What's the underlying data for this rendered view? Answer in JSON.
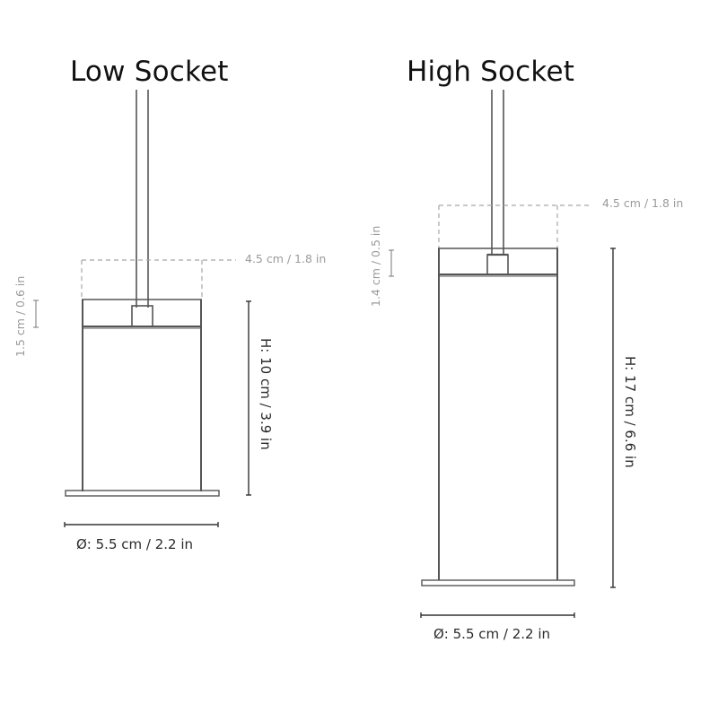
{
  "figures": [
    {
      "id": "low",
      "title": "Low Socket",
      "socket_height": "1.5 cm / 0.6 in",
      "shade_width": "4.5 cm / 1.8 in",
      "height": "H: 10 cm / 3.9 in",
      "diameter": "Ø: 5.5 cm / 2.2 in"
    },
    {
      "id": "high",
      "title": "High Socket",
      "socket_height": "1.4 cm / 0.5 in",
      "shade_width": "4.5 cm  / 1.8 in",
      "height": "H: 17 cm / 6.6 in",
      "diameter": "Ø: 5.5 cm / 2.2 in"
    }
  ],
  "colors": {
    "line": "#4a4a4a",
    "dashed": "#a8a8a8",
    "label_light": "#9a9a9a",
    "label_dark": "#2a2a2a",
    "title": "#111111"
  }
}
